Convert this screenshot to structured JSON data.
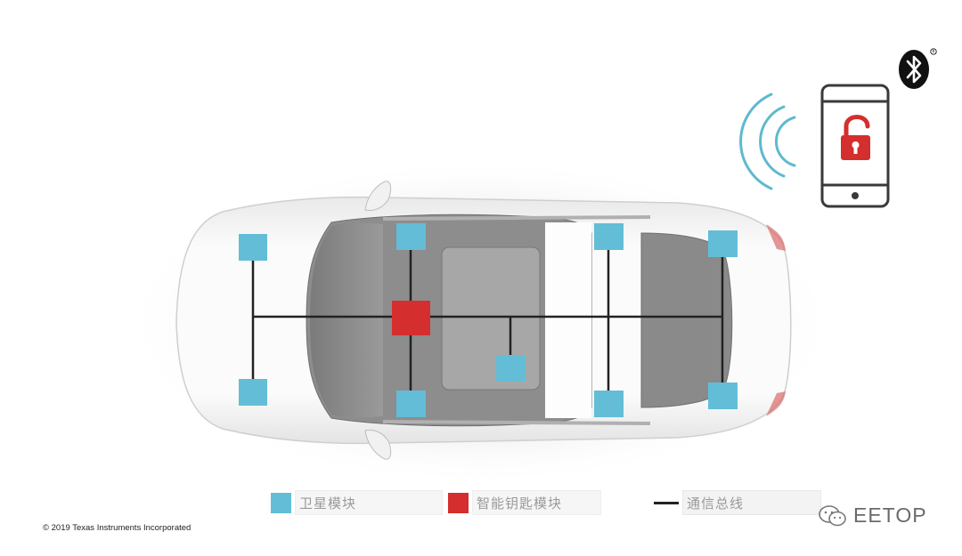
{
  "legend": {
    "satellite_label": "卫星模块",
    "smart_key_label": "智能钥匙模块",
    "bus_label": "通信总线"
  },
  "colors": {
    "satellite_module": "#63bdd6",
    "smart_key_module": "#d42e2e",
    "bus_line": "#222222",
    "signal_arcs": "#5fb9cf",
    "lock": "#d42e2e"
  },
  "copyright": "© 2019 Texas Instruments Incorporated",
  "watermark": "EETOP",
  "icons": [
    "bluetooth-icon",
    "phone-icon",
    "unlocked-padlock-icon",
    "wireless-signal-icon",
    "wechat-icon"
  ]
}
